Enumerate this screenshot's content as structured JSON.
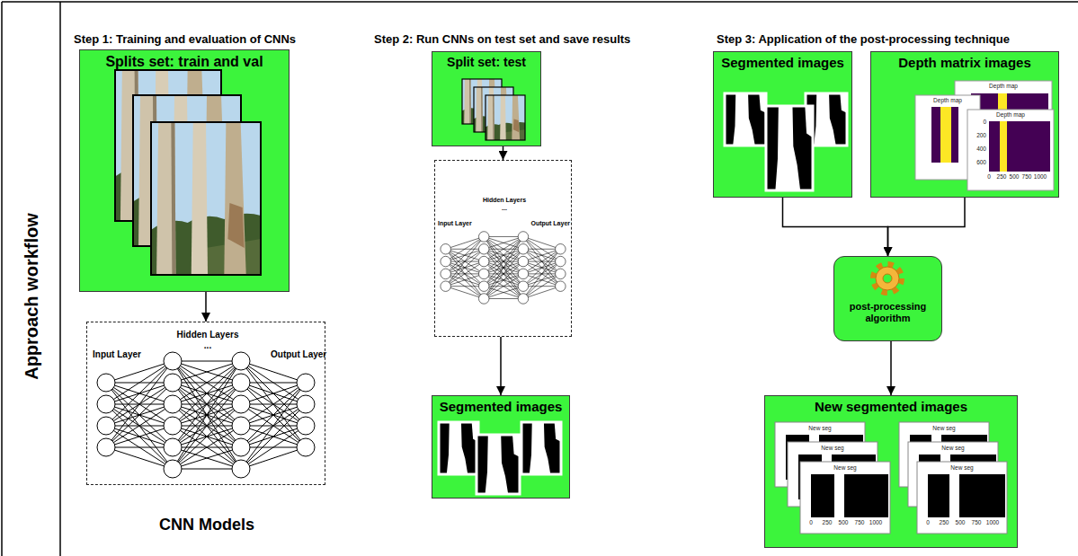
{
  "diagram": {
    "nodes": [
      {
        "text": [
          "Splits set: train and val"
        ]
      },
      {
        "text": [
          "Input Layer",
          "Hidden Layers",
          "...",
          "Output Layer",
          "CNN Models"
        ]
      },
      {
        "text": [
          "Split set: test"
        ]
      },
      {
        "text": [
          "Input Layer",
          "Hidden Layers",
          "...",
          "Output Layer"
        ]
      },
      {
        "text": [
          "Segmented images"
        ]
      },
      {
        "text": [
          "Segmented images"
        ]
      },
      {
        "text": [
          "Depth matrix images"
        ]
      },
      {
        "text": [
          "post-processing algorithm"
        ]
      },
      {
        "text": [
          "New segmented images"
        ]
      }
    ],
    "edges": [
      {
        "from": 0,
        "to": 1,
        "arrow": "to"
      },
      {
        "from": 2,
        "to": 3,
        "arrow": "to"
      },
      {
        "from": 3,
        "to": 4,
        "arrow": "to"
      },
      {
        "from": 5,
        "to": 7,
        "arrow": "to"
      },
      {
        "from": 6,
        "to": 7,
        "arrow": "to"
      },
      {
        "from": 7,
        "to": 8,
        "arrow": "to"
      }
    ],
    "labels": [
      "Approach workflow",
      "Step 1: Training and evaluation of CNNs",
      "Step 2: Run CNNs on test set and save results",
      "Step 3: Application of the post-processing technique",
      "Depth map",
      "Depth map",
      "Depth map",
      "New seg",
      "New seg",
      "New seg",
      "New seg",
      "New seg",
      "New seg",
      "0",
      "200",
      "400",
      "600",
      "0",
      "250",
      "500",
      "750",
      "1000",
      "0",
      "250",
      "500",
      "750",
      "1000",
      "0",
      "250",
      "500",
      "750",
      "1000"
    ]
  }
}
